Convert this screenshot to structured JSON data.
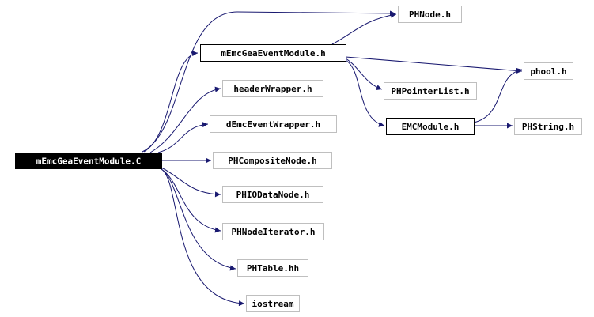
{
  "graph": {
    "nodes": [
      {
        "id": "root",
        "label": "mEmcGeaEventModule.C",
        "style": "root"
      },
      {
        "id": "phnode",
        "label": "PHNode.h",
        "style": "grey"
      },
      {
        "id": "mEmcGea",
        "label": "mEmcGeaEventModule.h",
        "style": "dark"
      },
      {
        "id": "phool",
        "label": "phool.h",
        "style": "grey"
      },
      {
        "id": "headerWrapper",
        "label": "headerWrapper.h",
        "style": "grey"
      },
      {
        "id": "phpointer",
        "label": "PHPointerList.h",
        "style": "grey"
      },
      {
        "id": "dEmcEvent",
        "label": "dEmcEventWrapper.h",
        "style": "grey"
      },
      {
        "id": "emcmodule",
        "label": "EMCModule.h",
        "style": "dark"
      },
      {
        "id": "phstring",
        "label": "PHString.h",
        "style": "grey"
      },
      {
        "id": "phcomposite",
        "label": "PHCompositeNode.h",
        "style": "grey"
      },
      {
        "id": "phiodata",
        "label": "PHIODataNode.h",
        "style": "grey"
      },
      {
        "id": "phnodeiter",
        "label": "PHNodeIterator.h",
        "style": "grey"
      },
      {
        "id": "phtable",
        "label": "PHTable.hh",
        "style": "grey"
      },
      {
        "id": "iostream",
        "label": "iostream",
        "style": "grey"
      }
    ],
    "edges": [
      {
        "from": "root",
        "to": "phnode"
      },
      {
        "from": "root",
        "to": "mEmcGea"
      },
      {
        "from": "root",
        "to": "headerWrapper"
      },
      {
        "from": "root",
        "to": "dEmcEvent"
      },
      {
        "from": "root",
        "to": "phcomposite"
      },
      {
        "from": "root",
        "to": "phiodata"
      },
      {
        "from": "root",
        "to": "phnodeiter"
      },
      {
        "from": "root",
        "to": "phtable"
      },
      {
        "from": "root",
        "to": "iostream"
      },
      {
        "from": "mEmcGea",
        "to": "phnode"
      },
      {
        "from": "mEmcGea",
        "to": "phool"
      },
      {
        "from": "mEmcGea",
        "to": "phpointer"
      },
      {
        "from": "mEmcGea",
        "to": "emcmodule"
      },
      {
        "from": "emcmodule",
        "to": "phool"
      },
      {
        "from": "emcmodule",
        "to": "phstring"
      }
    ],
    "colors": {
      "edge": "#191970",
      "root_fill": "#000000",
      "root_text": "#ffffff",
      "dark_border": "#000000",
      "grey_border": "#bfbfbf",
      "text": "#000000"
    }
  }
}
